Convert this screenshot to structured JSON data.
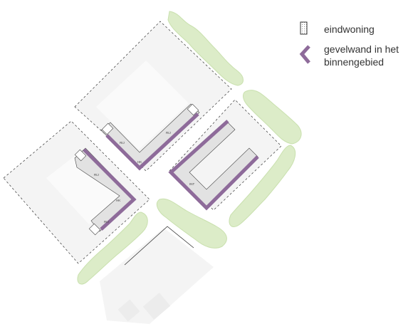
{
  "legend": {
    "items": [
      {
        "label": "eindwoning",
        "icon": "end-dwelling-hatched-icon"
      },
      {
        "label_line1": "gevelwand in het",
        "label_line2": "binnengebied",
        "icon": "purple-facade-corner-icon"
      }
    ]
  },
  "blocks": {
    "west": {
      "labels": [
        "RIJ",
        "HK",
        "RIJ"
      ]
    },
    "north": {
      "labels": [
        "RIJ",
        "HK",
        "RIJ"
      ]
    },
    "east": {
      "labels": [
        "INT"
      ]
    }
  },
  "colors": {
    "facade": "#8e6b9a",
    "building": "#e2e2e2",
    "vegetation": "#dcecc8",
    "vegetation_stroke": "#c9e0ae",
    "plot": "#f4f4f4",
    "inner_yard": "#fafafa"
  }
}
